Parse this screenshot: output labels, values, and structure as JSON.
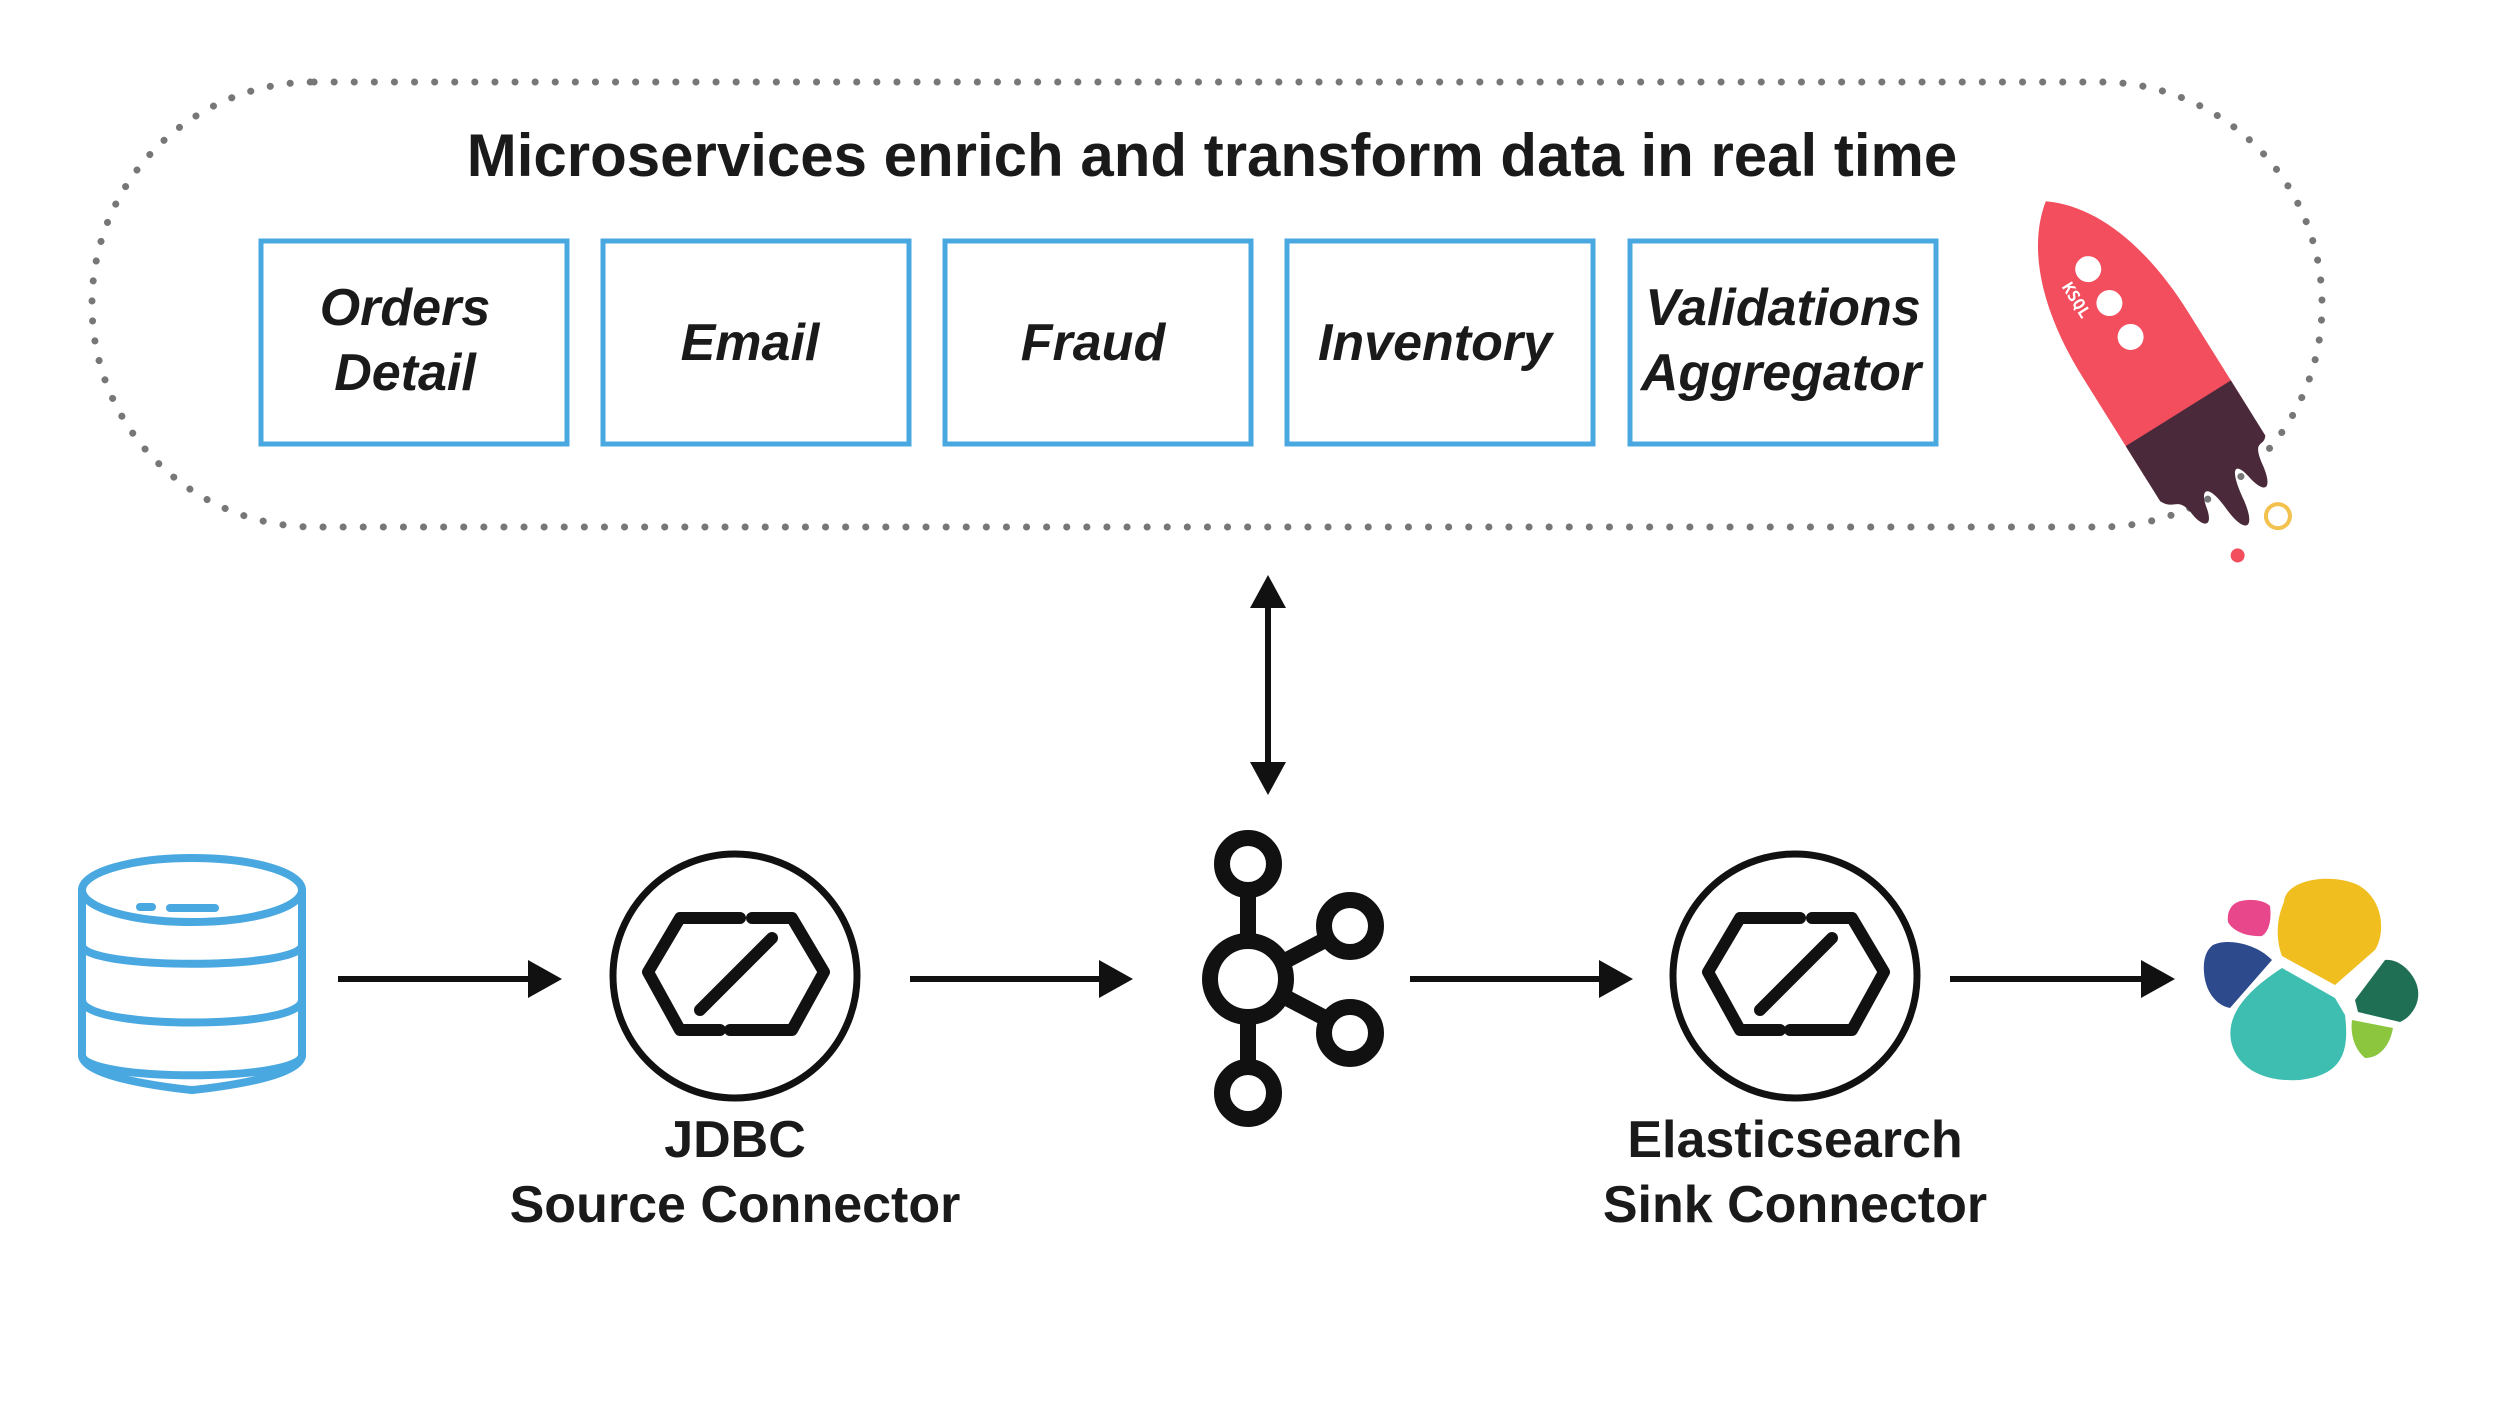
{
  "title": "Microservices enrich and transform data in real time",
  "services": [
    {
      "lines": [
        "Orders",
        "Detail"
      ]
    },
    {
      "lines": [
        "Email"
      ]
    },
    {
      "lines": [
        "Fraud"
      ]
    },
    {
      "lines": [
        "Inventory"
      ]
    },
    {
      "lines": [
        "Validations",
        "Aggregator"
      ]
    }
  ],
  "rocket_label": "KSQL",
  "source_connector": {
    "line1": "JDBC",
    "line2": "Source Connector"
  },
  "sink_connector": {
    "line1": "Elasticsearch",
    "line2": "Sink Connector"
  },
  "icons": {
    "database": "database-icon",
    "source_connector": "connector-icon",
    "kafka": "kafka-icon",
    "sink_connector": "connector-icon",
    "elasticsearch": "elasticsearch-icon",
    "ksql": "rocket-icon"
  },
  "colors": {
    "service_border": "#4aa8e0",
    "database": "#4aa8e0",
    "dotted_outline": "#777777",
    "text": "#1a1a1a",
    "rocket": "#f24e5d",
    "rocket_drips": "#4a2a3a",
    "elastic_yellow": "#f0be1e",
    "elastic_teal": "#3ebeb0",
    "elastic_navy": "#2c4a8c",
    "elastic_pink": "#e8488b",
    "elastic_green": "#1f6f55",
    "elastic_lime": "#8cc63f"
  }
}
